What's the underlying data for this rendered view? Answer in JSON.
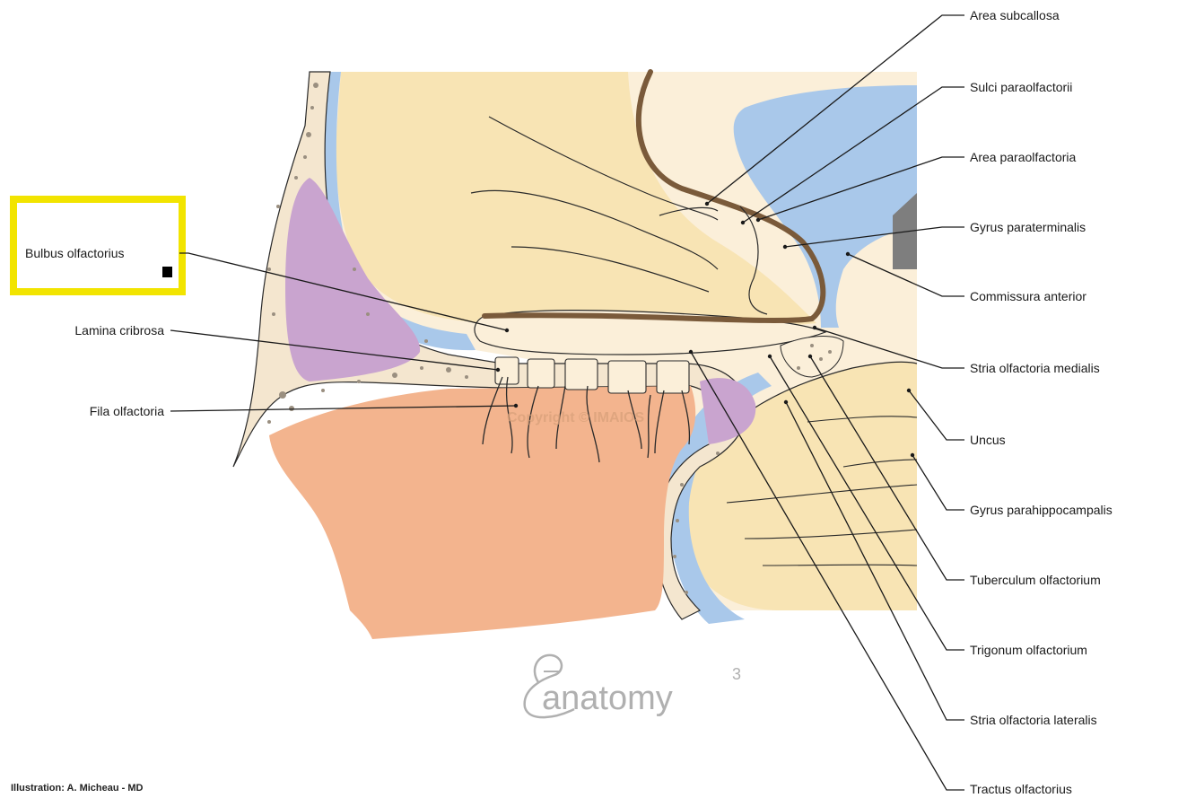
{
  "labels": {
    "bulbus_olfactorius": "Bulbus olfactorius",
    "lamina_cribrosa": "Lamina cribrosa",
    "fila_olfactoria": "Fila olfactoria",
    "area_subcallosa": "Area subcallosa",
    "sulci_paraolfactorii": "Sulci paraolfactorii",
    "area_paraolfactoria": "Area paraolfactoria",
    "gyrus_paraterminalis": "Gyrus paraterminalis",
    "commissura_anterior": "Commissura anterior",
    "stria_olfactoria_medialis": "Stria olfactoria medialis",
    "uncus": "Uncus",
    "gyrus_parahippocampalis": "Gyrus parahippocampalis",
    "tuberculum_olfactorium": "Tuberculum olfactorium",
    "trigonum_olfactorium": "Trigonum olfactorium",
    "stria_olfactoria_lateralis": "Stria olfactoria lateralis",
    "tractus_olfactorius": "Tractus olfactorius"
  },
  "watermark": "Copyright © IMAIOS",
  "logo": {
    "text": "anatomy",
    "superscript": "3"
  },
  "credit": "Illustration: A. Micheau - MD",
  "colors": {
    "highlight_box": "#f2e400",
    "brain": "#f8e4b4",
    "light_tissue": "#fbefd9",
    "csf": "#a9c8ea",
    "bone": "#f4e6cf",
    "sinus": "#c9a4cf",
    "nasal_cavity": "#f3b48e",
    "white_matter": "#7a5a3a"
  }
}
